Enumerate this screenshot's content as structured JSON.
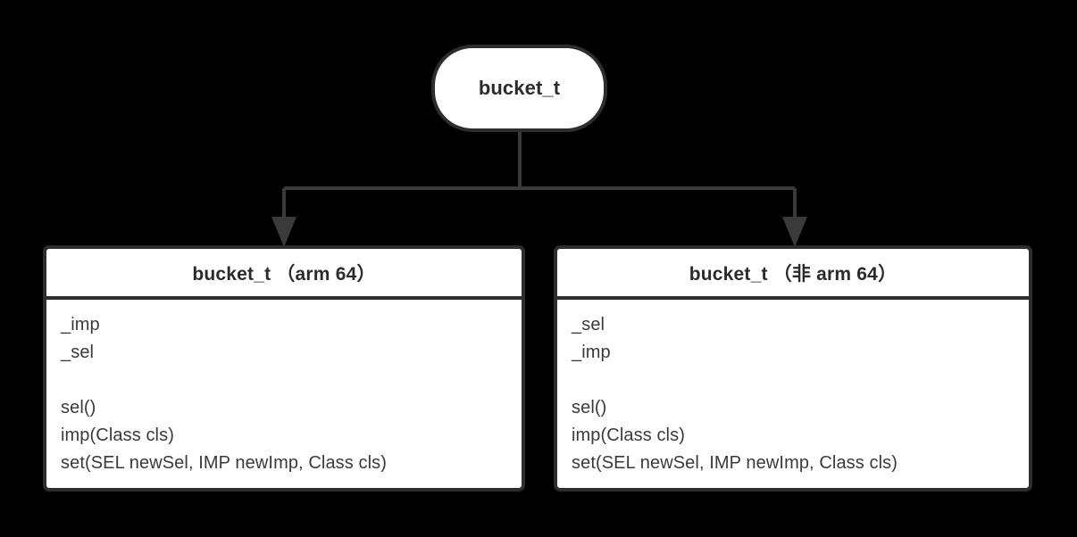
{
  "diagram": {
    "background_color": "#000000",
    "node_fill": "#ffffff",
    "stroke_color": "#2d2d2d",
    "text_color": "#2b2b2b",
    "body_text_color": "#3a3a3a",
    "root": {
      "label": "bucket_t",
      "shape": "stadium"
    },
    "children": [
      {
        "header": "bucket_t （arm 64）",
        "attributes": [
          "_imp",
          "_sel"
        ],
        "methods": [
          "sel()",
          "imp(Class cls)",
          "set(SEL newSel, IMP newImp, Class cls)"
        ]
      },
      {
        "header": "bucket_t （非 arm 64）",
        "attributes": [
          "_sel",
          "_imp"
        ],
        "methods": [
          "sel()",
          "imp(Class cls)",
          "set(SEL newSel, IMP newImp, Class cls)"
        ]
      }
    ],
    "connectors": {
      "type": "orthogonal-branch",
      "arrowhead": "filled-triangle",
      "count": 2
    }
  }
}
